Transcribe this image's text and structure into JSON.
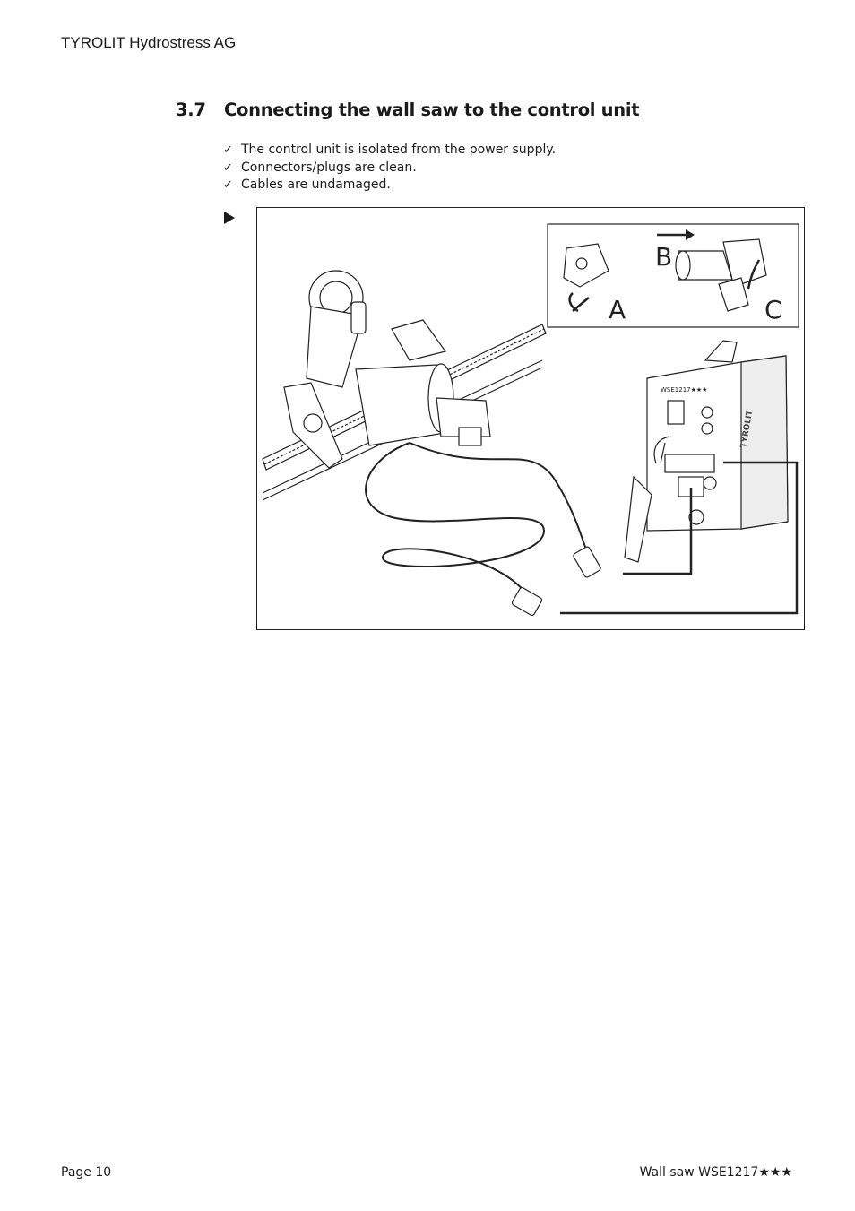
{
  "header": {
    "company": "TYROLIT Hydrostress AG"
  },
  "section": {
    "number": "3.7",
    "title": "Connecting the wall saw to the control unit"
  },
  "preconditions": [
    "The control unit is isolated from the power supply.",
    "Connectors/plugs are clean.",
    "Cables are undamaged."
  ],
  "check_symbol": "✓",
  "figure": {
    "labels": {
      "a": "A",
      "b": "B",
      "c": "C"
    },
    "unit_label": "WSE1217★★★",
    "brand": "TYROLIT"
  },
  "footer": {
    "page": "Page 10",
    "product": "Wall saw WSE1217★★★"
  }
}
